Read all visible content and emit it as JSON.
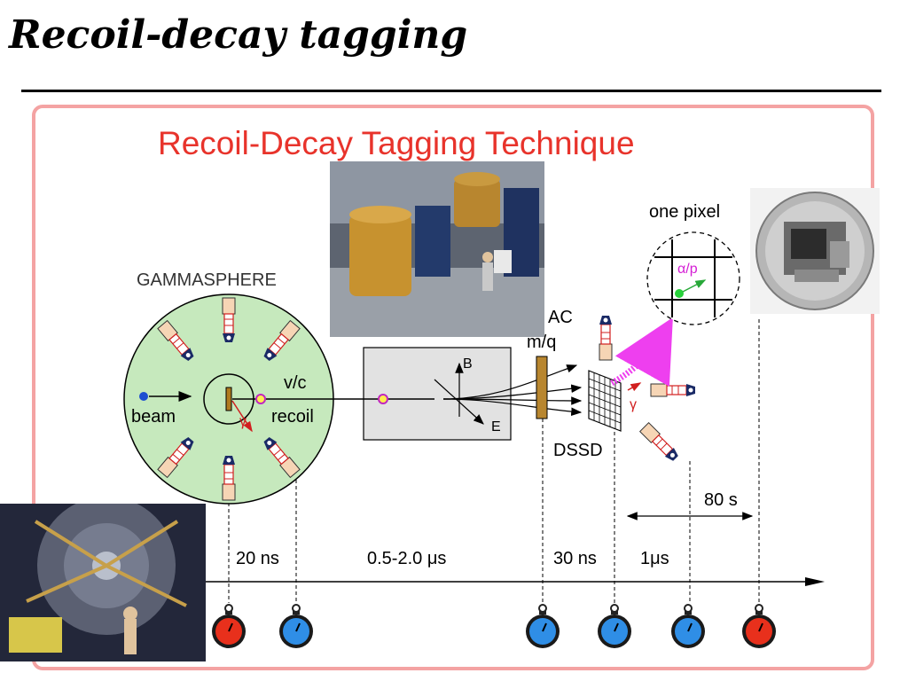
{
  "slide": {
    "title": "Recoil-decay tagging"
  },
  "figure": {
    "title": "Recoil-Decay Tagging Technique",
    "labels": {
      "gammasphere": "GAMMASPHERE",
      "vc": "v/c",
      "beam": "beam",
      "recoil": "recoil",
      "gamma": "γ",
      "b_field": "B",
      "e_field": "E",
      "pgac": "AC",
      "mq": "m/q",
      "dssd": "DSSD",
      "one_pixel": "one pixel",
      "alpha_p": "α/p",
      "t1": "20 ns",
      "t2": "0.5-2.0 μs",
      "t3": "30 ns",
      "t4": "1μs",
      "t5": "80 s"
    },
    "stopwatches": [
      {
        "color": "#e8301c"
      },
      {
        "color": "#2f8ee6"
      },
      {
        "color": "#2f8ee6"
      },
      {
        "color": "#2f8ee6"
      },
      {
        "color": "#2f8ee6"
      },
      {
        "color": "#e8301c"
      }
    ],
    "colors": {
      "gammasphere_fill": "#c6e9bd",
      "fma_fill": "#e2e2e2",
      "magenta_arrow": "#ee3fef",
      "gamma_red": "#d11f1f",
      "frame": "#f4a3a3"
    }
  }
}
